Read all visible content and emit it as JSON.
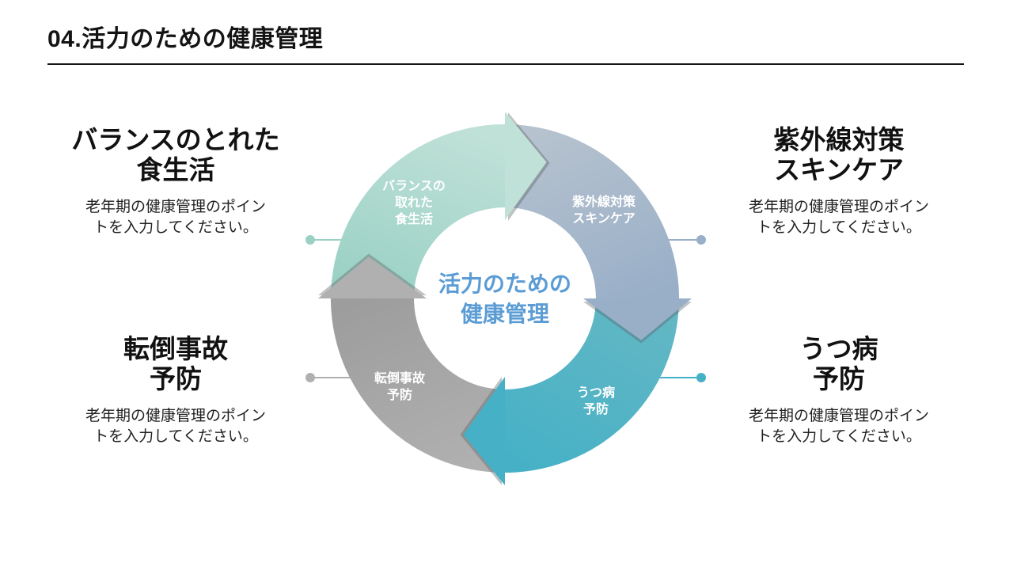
{
  "slide": {
    "title": "04.活力のための健康管理"
  },
  "cycle": {
    "center_label": "活力のための\n健康管理",
    "segments": [
      {
        "id": "balanced-diet",
        "ring_label": "バランスの\n取れた\n食生活"
      },
      {
        "id": "uv-skincare",
        "ring_label": "紫外線対策\nスキンケア"
      },
      {
        "id": "depression-prevention",
        "ring_label": "うつ病\n予防"
      },
      {
        "id": "fall-prevention",
        "ring_label": "転倒事故\n予防"
      }
    ]
  },
  "callouts": [
    {
      "position": "top-left",
      "heading": "バランスのとれた\n食生活",
      "body": "老年期の健康管理のポイン\nトを入力してください。"
    },
    {
      "position": "top-right",
      "heading": "紫外線対策\nスキンケア",
      "body": "老年期の健康管理のポイン\nトを入力してください。"
    },
    {
      "position": "bottom-left",
      "heading": "転倒事故\n予防",
      "body": "老年期の健康管理のポイン\nトを入力してください。"
    },
    {
      "position": "bottom-right",
      "heading": "うつ病\n予防",
      "body": "老年期の健康管理のポイン\nトを入力してください。"
    }
  ],
  "colors": {
    "title_text": "#141414",
    "center_text": "#5b9cd4",
    "segment_label_text": "#ffffff",
    "green_light": "#c0e1d8",
    "green_dark": "#9bd1c5",
    "bluegray_light": "#b6c2ce",
    "bluegray_dark": "#99afc8",
    "teal_light": "#63b7c4",
    "teal_dark": "#46b1c6",
    "gray_light": "#b0b0b0",
    "gray_dark": "#9d9d9d",
    "arrow_shadow": "rgba(90,95,100,0.38)"
  }
}
